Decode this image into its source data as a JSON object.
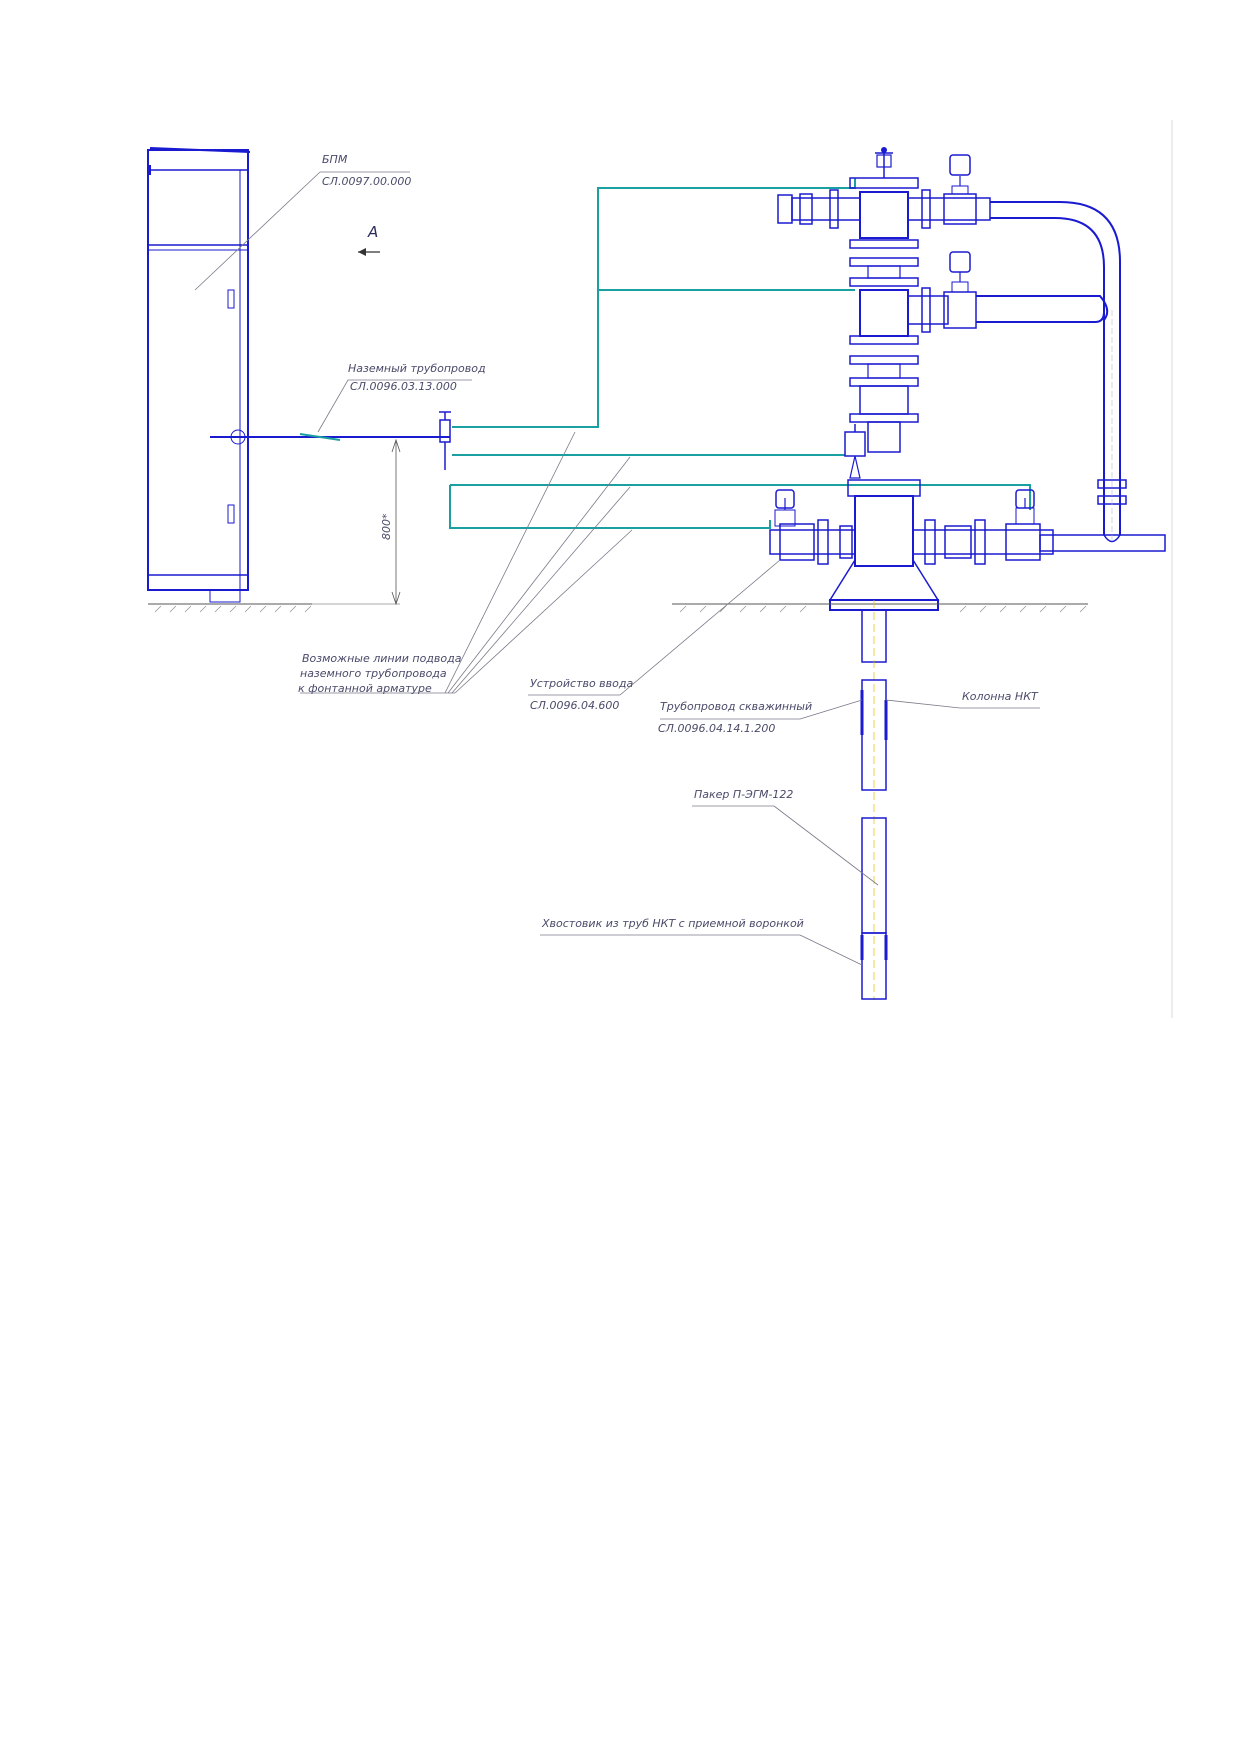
{
  "labels": {
    "bpm_name": "БПМ",
    "bpm_code": "СЛ.0097.00.000",
    "view_a": "А",
    "ground_pipe_name": "Наземный трубопровод",
    "ground_pipe_code": "СЛ.0096.03.13.000",
    "dimension_800": "800*",
    "possible_lines_1": "Возможные линии подвода",
    "possible_lines_2": "наземного трубопровода",
    "possible_lines_3": "к фонтанной арматуре",
    "input_device_name": "Устройство ввода",
    "input_device_code": "СЛ.0096.04.600",
    "well_pipe_name": "Трубопровод скважинный",
    "well_pipe_code": "СЛ.0096.04.14.1.200",
    "tubing_column": "Колонна НКТ",
    "packer": "Пакер П-ЭГМ-122",
    "tail": "Хвостовик из труб НКТ с приемной воронкой"
  },
  "colors": {
    "outline": "#1a1ad0",
    "cable": "#1aa0a0",
    "leader": "#7a7a8a",
    "text": "#4a4a6a"
  }
}
